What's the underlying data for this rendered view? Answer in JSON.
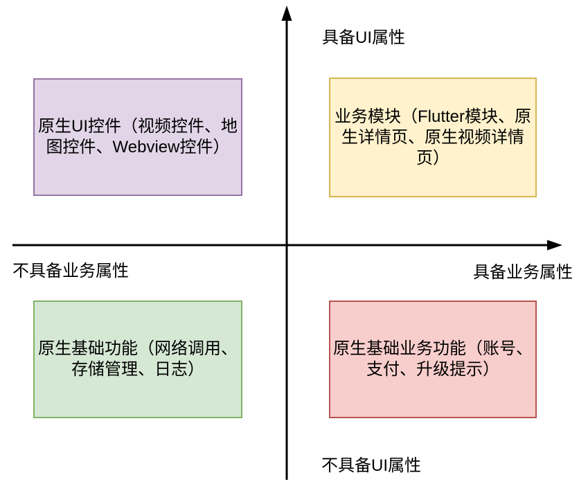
{
  "diagram": {
    "type": "quadrant-chart",
    "axis_labels": {
      "top": "具备UI属性",
      "bottom": "不具备UI属性",
      "left": "不具备业务属性",
      "right": "具备业务属性"
    },
    "quadrants": {
      "top_left": {
        "label": "原生UI控件（视频控件、地图控件、Webview控件）",
        "fill": "#E1D5E7",
        "border": "#9673A6"
      },
      "top_right": {
        "label": "业务模块（Flutter模块、原生详情页、原生视频详情页）",
        "fill": "#FFF2CC",
        "border": "#D6B656"
      },
      "bottom_left": {
        "label": "原生基础功能（网络调用、存储管理、日志）",
        "fill": "#D5E8D4",
        "border": "#82B366"
      },
      "bottom_right": {
        "label": "原生基础业务功能（账号、支付、升级提示）",
        "fill": "#F8CECC",
        "border": "#B85450"
      }
    },
    "colors": {
      "axis": "#000000",
      "text": "#000000",
      "background": "#FFFFFF"
    }
  }
}
